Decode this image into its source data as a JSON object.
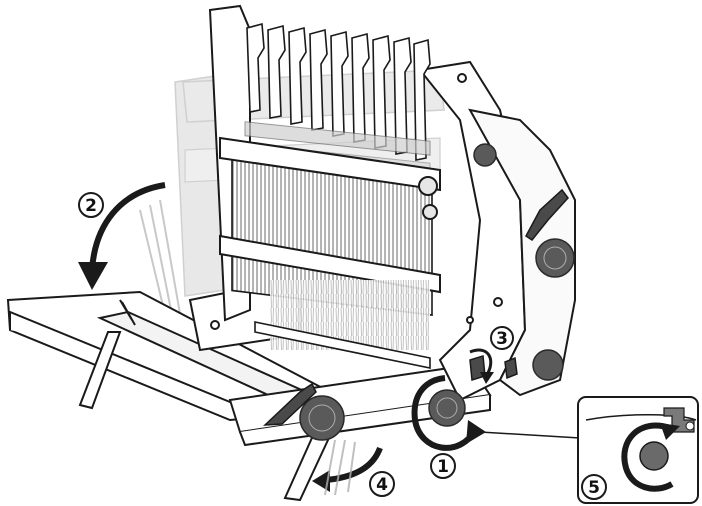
{
  "diagram": {
    "callouts": [
      {
        "id": "1",
        "label": "1"
      },
      {
        "id": "2",
        "label": "2"
      },
      {
        "id": "3",
        "label": "3"
      },
      {
        "id": "4",
        "label": "4"
      },
      {
        "id": "5",
        "label": "5"
      }
    ]
  },
  "colors": {
    "frame_fill": "#ffffff",
    "frame_stroke": "#1a1a1a",
    "knob": "#5a5a5a",
    "ghost": "#bdbdbd",
    "heddle_gray": "#7a7a7a",
    "warp_gray": "#9a9a9a",
    "arrow": "#1a1a1a"
  },
  "icons": [
    "loom-illustration",
    "rotate-arrow-icon",
    "fold-arrow-icon",
    "knob-icon",
    "latch-icon"
  ]
}
